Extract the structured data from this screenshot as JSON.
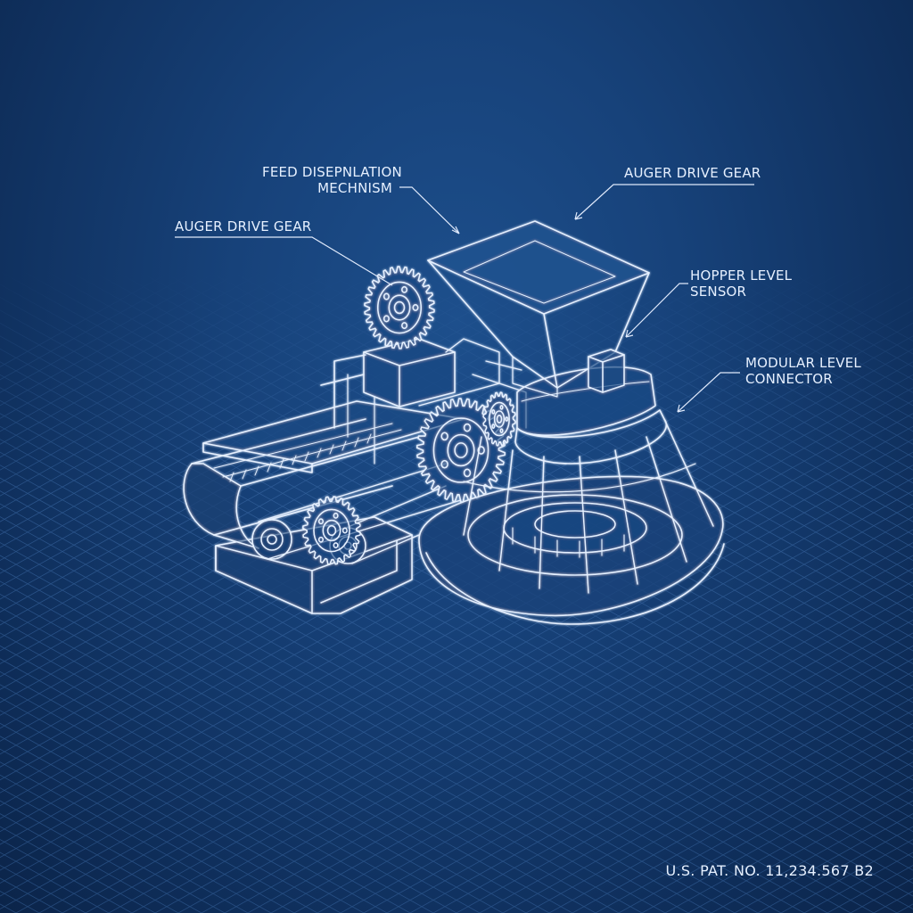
{
  "callouts": {
    "feed_mechanism": {
      "line1": "FEED DISEPNLATION",
      "line2": "MECHNISM"
    },
    "auger_left": "AUGER DRIVE GEAR",
    "auger_right": "AUGER DRIVE GEAR",
    "hopper_sensor": {
      "line1": "HOPPER LEVEL",
      "line2": "SENSOR"
    },
    "level_connector": {
      "line1": "MODULAR LEVEL",
      "line2": "CONNECTOR"
    }
  },
  "patent": "U.S. PAT. NO. 11,234.567 B2",
  "colors": {
    "background": "#17427a",
    "line": "#e6f0ff",
    "grid": "#3f6eaa"
  }
}
